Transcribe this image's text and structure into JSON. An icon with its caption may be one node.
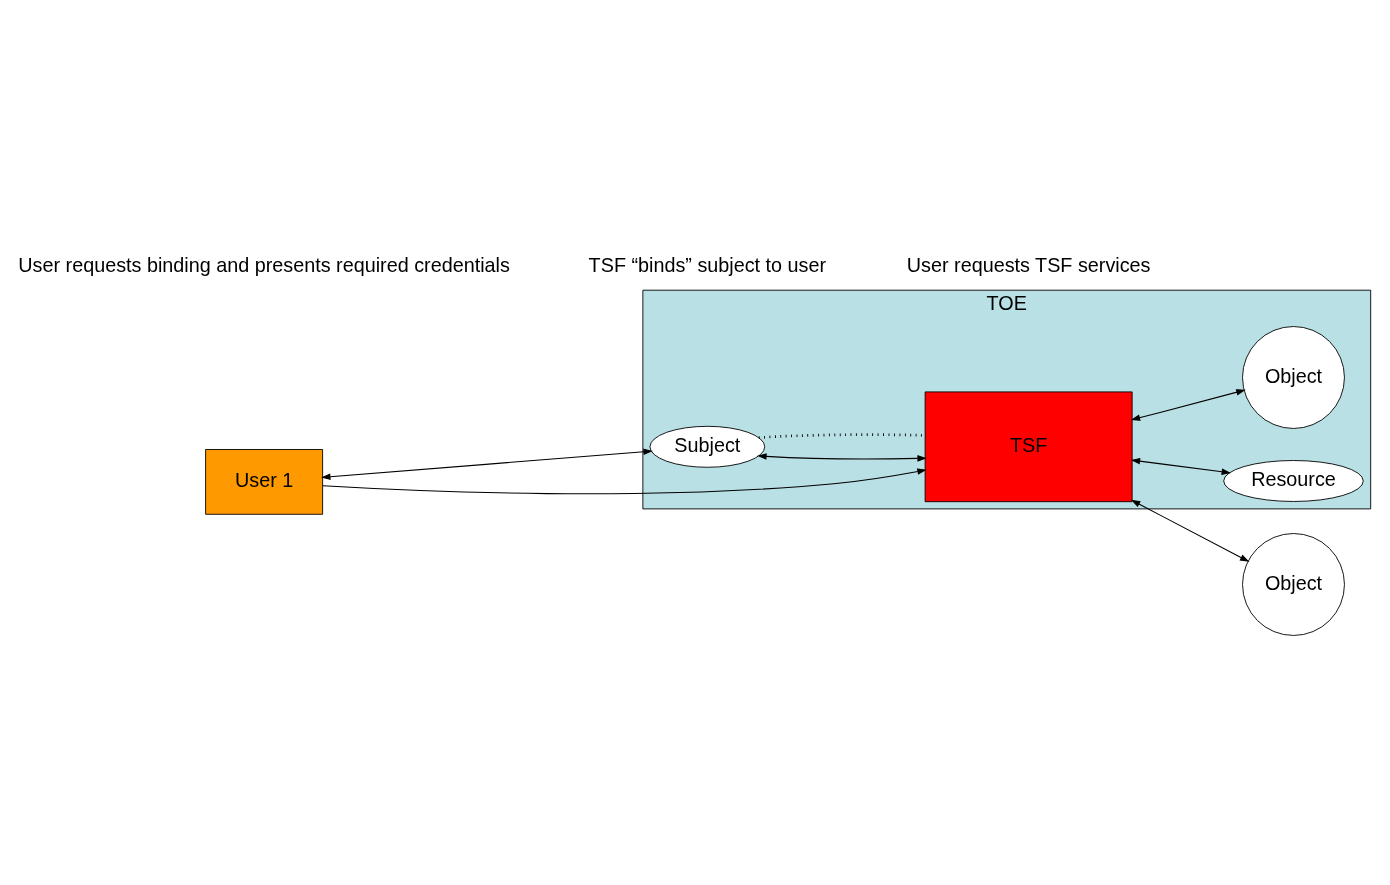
{
  "diagram": {
    "nodes": [
      {
        "text": [
          "TOE"
        ]
      },
      {
        "text": [
          "User 1"
        ]
      },
      {
        "text": [
          "Subject"
        ],
        "in": 0
      },
      {
        "text": [
          "TSF"
        ],
        "in": 0
      },
      {
        "text": [
          "Resource"
        ],
        "in": 0
      },
      {
        "text": [
          "Object"
        ],
        "in": 0
      },
      {
        "text": [
          "Object"
        ]
      }
    ],
    "edges": [
      {
        "from": 1,
        "to": 2,
        "arrow": "both"
      },
      {
        "from": 1,
        "to": 3,
        "arrow": "to"
      },
      {
        "from": 2,
        "to": 3,
        "arrow": "both"
      },
      {
        "from": 2,
        "to": 3,
        "arrow": "none",
        "style": "dashed"
      },
      {
        "from": 3,
        "to": 4,
        "arrow": "both"
      },
      {
        "from": 3,
        "to": 5,
        "arrow": "both"
      },
      {
        "from": 3,
        "to": 6,
        "arrow": "both"
      }
    ],
    "labels": [
      "User requests binding and presents required credentials",
      "TSF “binds” subject to user",
      "User requests TSF services"
    ]
  }
}
